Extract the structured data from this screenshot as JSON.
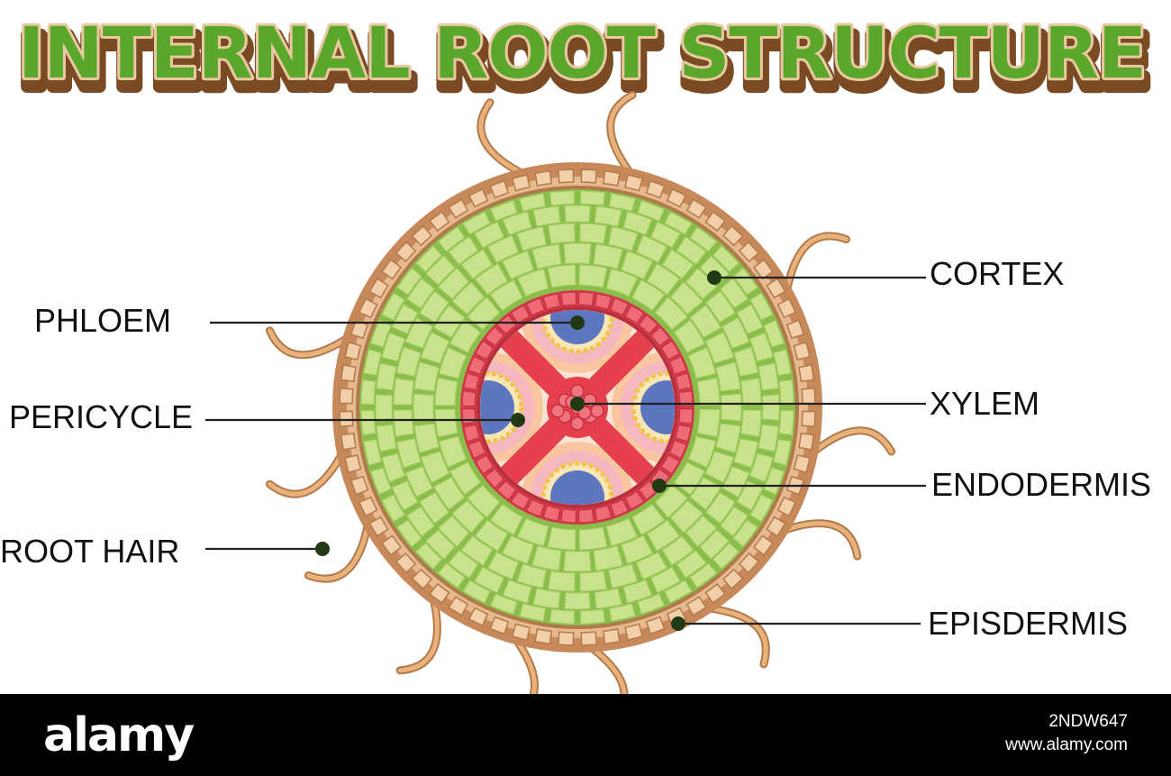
{
  "title": "INTERNAL ROOT STRUCTURE",
  "labels": {
    "phloem": "PHLOEM",
    "pericycle": "PERICYCLE",
    "root_hair": "ROOT HAIR",
    "cortex": "CORTEX",
    "xylem": "XYLEM",
    "endodermis": "ENDODERMIS",
    "episdermis": "EPISDERMIS"
  },
  "watermark": {
    "brand": "alamy",
    "image_id": "2NDW647",
    "site": "www.alamy.com"
  },
  "colors": {
    "title_fill": "#5aa72c",
    "title_shadow": "#7a4a25",
    "epidermis": "#c8895a",
    "epidermis_cell": "#f2cfa8",
    "cortex": "#8bbd4b",
    "cortex_cell": "#c9e38c",
    "endodermis": "#d83a4a",
    "pericycle_cell": "#f5b8c0",
    "phloem": "#5d76c0",
    "xylem": "#e5404c",
    "root_hair": "#e8b27a",
    "pointer_dot": "#213a14"
  }
}
